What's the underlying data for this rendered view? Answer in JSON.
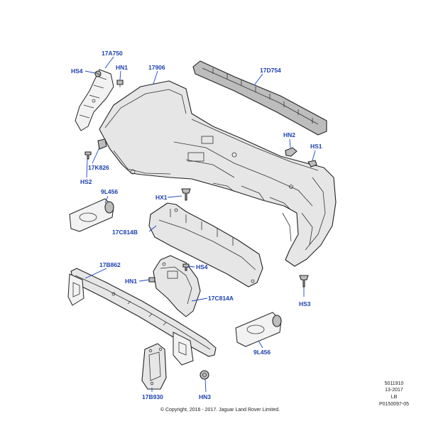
{
  "labels": {
    "l17A750": "17A750",
    "lHS4a": "HS4",
    "lHN1a": "HN1",
    "l17906": "17906",
    "l17D754": "17D754",
    "lHN2": "HN2",
    "lHS1": "HS1",
    "l17K826": "17K826",
    "lHS2": "HS2",
    "l9L456a": "9L456",
    "lHX1": "HX1",
    "l17C814B": "17C814B",
    "l17B862": "17B862",
    "lHS4b": "HS4",
    "lHN1b": "HN1",
    "l17C814A": "17C814A",
    "lHS3": "HS3",
    "l9L456b": "9L456",
    "l17B930": "17B930",
    "lHN3": "HN3"
  },
  "meta": {
    "ref_number": "5011910",
    "date_code": "13-2017",
    "side_code": "LB",
    "illustration_id": "P0150097-05",
    "copyright": "© Copyright, 2016 - 2017. Jaguar Land Rover Limited."
  },
  "colors": {
    "callout": "#1a3fb0",
    "line_art": "#222222"
  }
}
